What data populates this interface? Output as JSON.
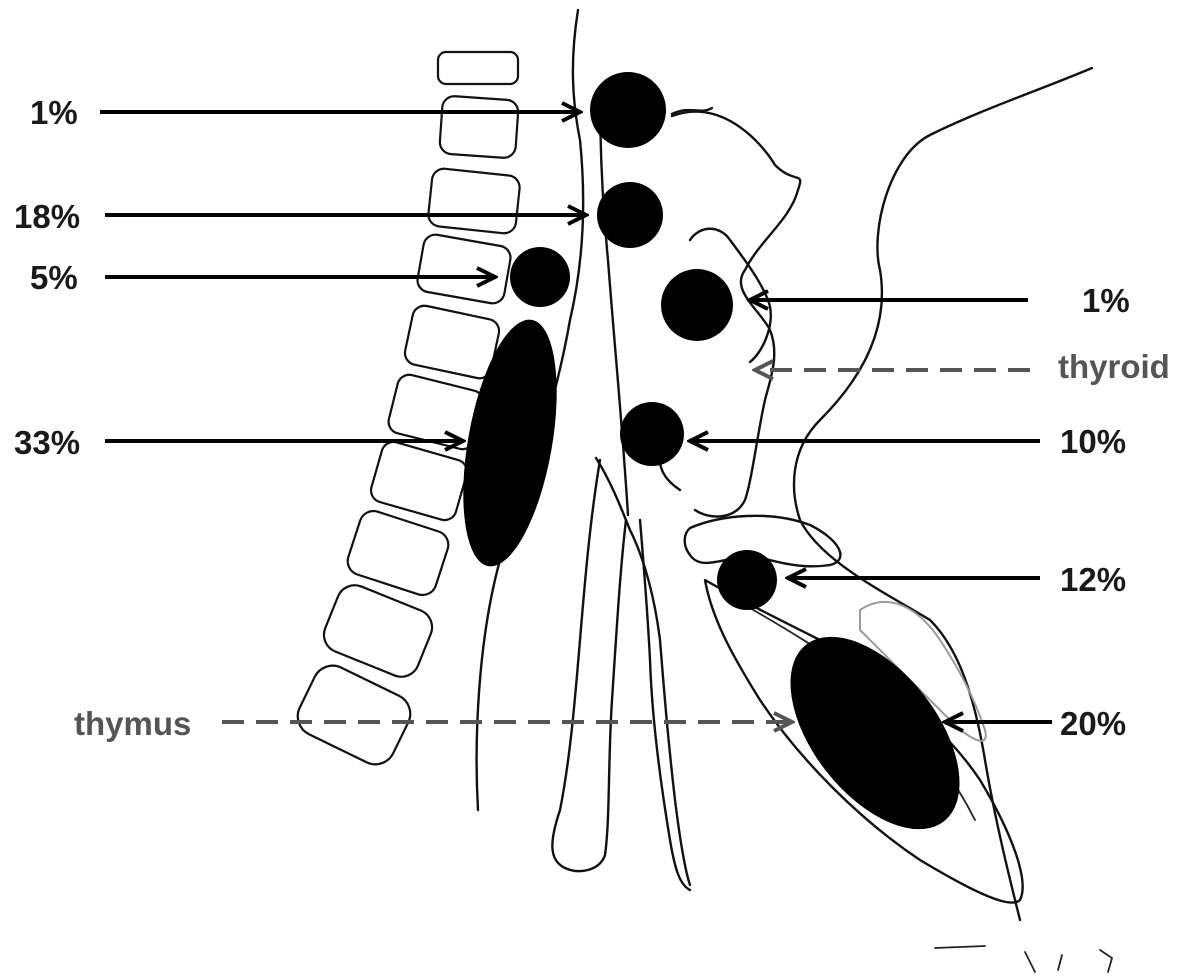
{
  "labels": {
    "left_1": "1%",
    "left_2": "18%",
    "left_3": "5%",
    "left_4": "33%",
    "right_1": "1%",
    "thyroid": "thyroid",
    "right_2": "10%",
    "right_3": "12%",
    "right_4": "20%",
    "thymus": "thymus"
  },
  "colors": {
    "gland": "#000000",
    "arrow": "#000000",
    "dashed_arrow": "#555555"
  }
}
